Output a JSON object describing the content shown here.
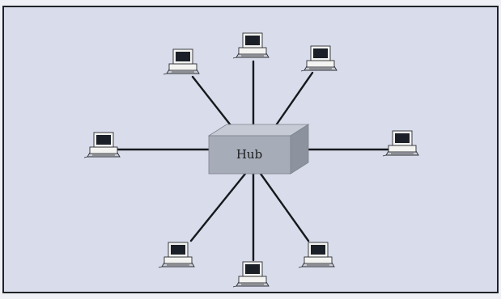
{
  "colors": {
    "page_background": "#eef0f5",
    "diagram_background": "#d8dceb",
    "border": "#1f2326",
    "link_line": "#16191c",
    "hub_front": "#a6acb8",
    "hub_top": "#c5cad5",
    "hub_side": "#8c939f",
    "computer_body": "#f3f3f1",
    "computer_screen": "#1b2028",
    "computer_outline": "#2a2d31"
  },
  "hub": {
    "label": "Hub",
    "icon": "hub-icon"
  },
  "computers": [
    {
      "id": "top",
      "icon": "desktop-computer-icon"
    },
    {
      "id": "top-left",
      "icon": "desktop-computer-icon"
    },
    {
      "id": "top-right",
      "icon": "desktop-computer-icon"
    },
    {
      "id": "left",
      "icon": "desktop-computer-icon"
    },
    {
      "id": "right",
      "icon": "desktop-computer-icon"
    },
    {
      "id": "bottom-left",
      "icon": "desktop-computer-icon"
    },
    {
      "id": "bottom",
      "icon": "desktop-computer-icon"
    },
    {
      "id": "bottom-right",
      "icon": "desktop-computer-icon"
    }
  ]
}
